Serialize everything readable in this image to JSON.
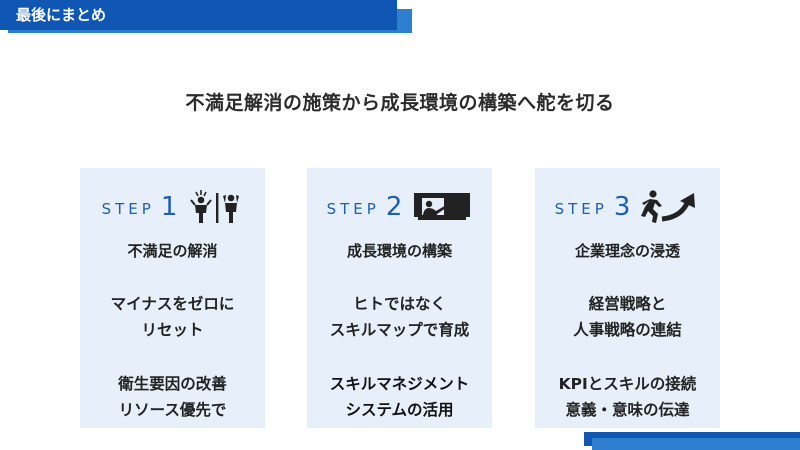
{
  "header": {
    "title": "最後にまとめ"
  },
  "headline": "不満足解消の施策から成長環境の構築へ舵を切る",
  "steps": [
    {
      "word": "STEP",
      "number": "1",
      "icon": "frustrated-people-icon",
      "title": "不満足の解消",
      "text1_line1": "マイナスをゼロに",
      "text1_line2": "リセット",
      "text2_line1": "衛生要因の改善",
      "text2_line2": "リソース優先で"
    },
    {
      "word": "STEP",
      "number": "2",
      "icon": "presenter-board-icon",
      "title": "成長環境の構築",
      "text1_line1": "ヒトではなく",
      "text1_line2": "スキルマップで育成",
      "text2_line1": "スキルマネジメント",
      "text2_line2": "システムの活用"
    },
    {
      "word": "STEP",
      "number": "3",
      "icon": "running-person-arrow-icon",
      "title": "企業理念の浸透",
      "text1_line1": "経営戦略と",
      "text1_line2": "人事戦略の連結",
      "text2_line1": "KPIとスキルの接続",
      "text2_line2": "意義・意味の伝達"
    }
  ],
  "colors": {
    "accent_dark": "#0f57b3",
    "accent_light": "#2f7fd0",
    "card_bg": "#e7f0fa",
    "step_text": "#1d5fb5"
  }
}
